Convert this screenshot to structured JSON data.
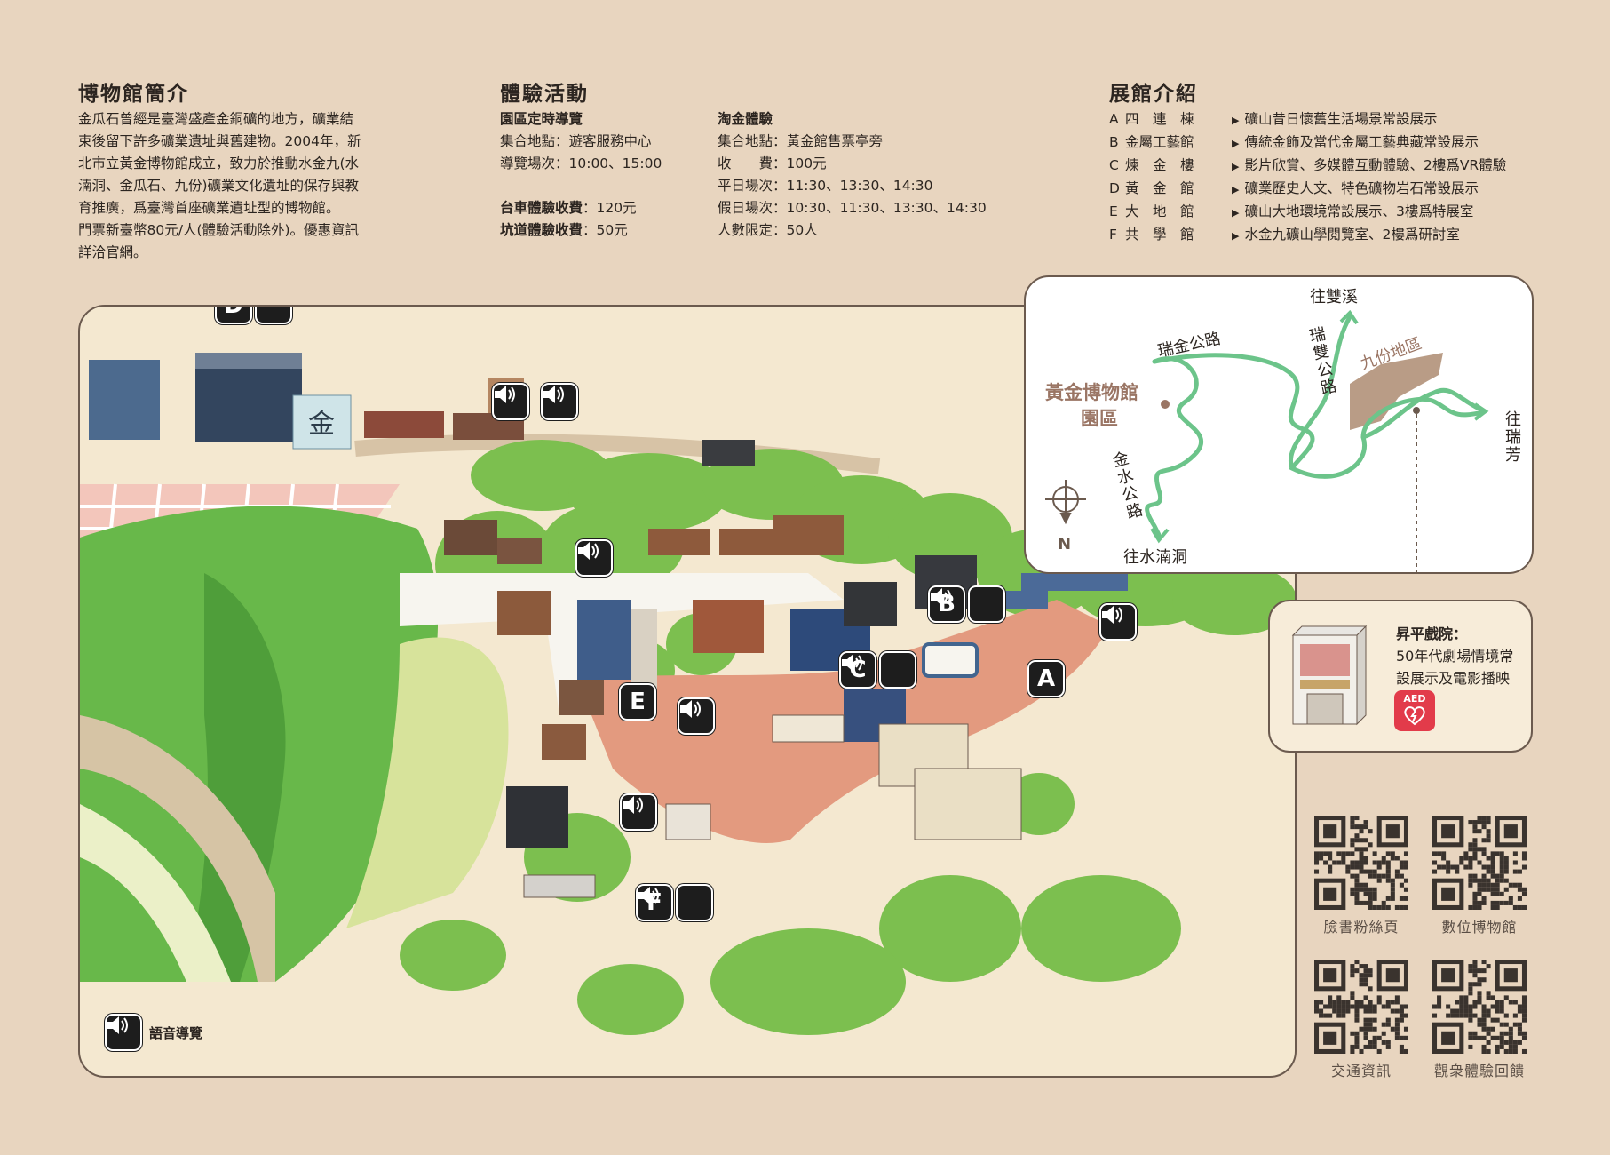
{
  "intro": {
    "title": "博物館簡介",
    "lines": [
      "金瓜石曾經是臺灣盛產金銅礦的地方，礦業結",
      "束後留下許多礦業遺址與舊建物。2004年，新",
      "北市立黃金博物館成立，致力於推動水金九(水",
      "湳洞、金瓜石、九份)礦業文化遺址的保存與教",
      "育推廣，爲臺灣首座礦業遺址型的博物館。",
      "門票新臺幣80元/人(體驗活動除外)。優惠資訊",
      "詳洽官網。"
    ]
  },
  "activities": {
    "title": "體驗活動",
    "tour": {
      "name": "園區定時導覽",
      "lines": [
        "集合地點：遊客服務中心",
        "導覽場次：10:00、15:00"
      ]
    },
    "fees": [
      {
        "label": "台車體驗收費",
        "value": "：120元"
      },
      {
        "label": "坑道體驗收費",
        "value": "：50元"
      }
    ],
    "gold": {
      "name": "淘金體驗",
      "lines": [
        "集合地點：黃金館售票亭旁",
        "收　　費：100元",
        "平日場次：11:30、13:30、14:30",
        "假日場次：10:30、11:30、13:30、14:30",
        "人數限定：50人"
      ]
    }
  },
  "exhibits": {
    "title": "展館介紹",
    "items": [
      {
        "letter": "A",
        "name": "四　連　棟",
        "desc": "礦山昔日懷舊生活場景常設展示"
      },
      {
        "letter": "B",
        "name": "金屬工藝館",
        "desc": "傳統金飾及當代金屬工藝典藏常設展示"
      },
      {
        "letter": "C",
        "name": "煉　金　樓",
        "desc": "影片欣賞、多媒體互動體驗、2樓爲VR體驗"
      },
      {
        "letter": "D",
        "name": "黃　金　館",
        "desc": "礦業歷史人文、特色礦物岩石常設展示"
      },
      {
        "letter": "E",
        "name": "大　地　館",
        "desc": "礦山大地環境常設展示、3樓爲特展室"
      },
      {
        "letter": "F",
        "name": "共　學　館",
        "desc": "水金九礦山學閱覽室、2樓爲研討室"
      }
    ]
  },
  "map": {
    "pins": [
      "D",
      "B",
      "C",
      "A",
      "E",
      "F"
    ],
    "sign_char": "金",
    "legend": "語音導覽"
  },
  "inset": {
    "park": "黃金博物館",
    "park2": "園區",
    "to_shuangxi": "往雙溪",
    "ruijin_road": "瑞金公路",
    "ruishuang_road": "瑞雙公路",
    "jiufen": "九份地區",
    "to_ruifang": "往瑞芳",
    "jinshui_road": "金水公路",
    "to_shuinandong": "往水湳洞",
    "north": "N"
  },
  "theatre": {
    "name": "昇平戲院：",
    "desc1": "50年代劇場情境常",
    "desc2": "設展示及電影播映",
    "aed": "AED"
  },
  "qr": [
    "臉書粉絲頁",
    "數位博物館",
    "交通資訊",
    "觀衆體驗回饋"
  ],
  "colors": {
    "background": "#e8d5bf",
    "road_green": "#6cc48a",
    "plaza_red": "#e39a7f",
    "tree_green": "#7cbf4f",
    "aed_red": "#e23b4a"
  }
}
